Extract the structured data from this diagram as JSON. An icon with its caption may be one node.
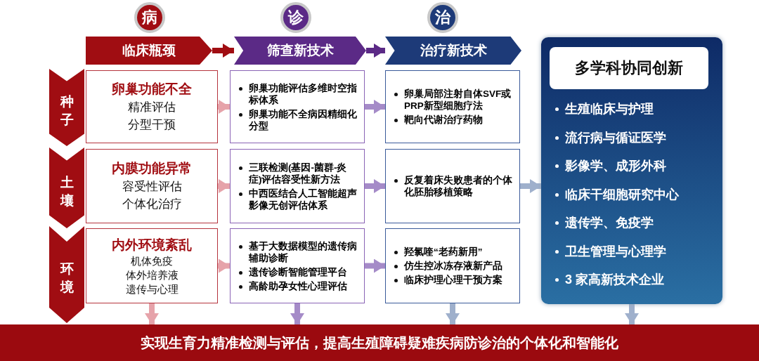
{
  "diagram": {
    "nodes": [
      {
        "text": [
          "病"
        ]
      },
      {
        "text": [
          "诊"
        ]
      },
      {
        "text": [
          "治"
        ]
      },
      {
        "text": [
          "临床瓶颈"
        ]
      },
      {
        "text": [
          "筛查新技术"
        ]
      },
      {
        "text": [
          "治疗新技术"
        ]
      },
      {
        "text": [
          "种子"
        ]
      },
      {
        "text": [
          "土壤"
        ]
      },
      {
        "text": [
          "环境"
        ]
      },
      {
        "text": [
          "卵巢功能不全",
          "精准评估",
          "分型干预"
        ]
      },
      {
        "text": [
          "卵巢功能评估多维时空指标体系",
          "卵巢功能不全病因精细化分型"
        ]
      },
      {
        "text": [
          "卵巢局部注射自体SVF或PRP新型细胞疗法",
          "靶向代谢治疗药物"
        ]
      },
      {
        "text": [
          "内膜功能异常",
          "容受性评估",
          "个体化治疗"
        ]
      },
      {
        "text": [
          "三联检测(基因-菌群-炎症)评估容受性新方法",
          "中西医结合人工智能超声影像无创评估体系"
        ]
      },
      {
        "text": [
          "反复着床失败患者的个体化胚胎移植策略"
        ]
      },
      {
        "text": [
          "内外环境紊乱",
          "机体免疫",
          "体外培养液",
          "遗传与心理"
        ]
      },
      {
        "text": [
          "基于大数据模型的遗传病辅助诊断",
          "遗传诊断智能管理平台",
          "高龄助孕女性心理评估"
        ]
      },
      {
        "text": [
          "羟氯喹“老药新用”",
          "仿生控冰冻存液新产品",
          "临床护理心理干预方案"
        ]
      },
      {
        "text": [
          "生殖临床与护理",
          "流行病与循证医学",
          "影像学、成形外科",
          "临床干细胞研究中心",
          "遗传学、免疫学",
          "卫生管理与心理学",
          "3 家高新技术企业"
        ]
      },
      {
        "text": [
          "多学科协同创新"
        ],
        "in": 18
      },
      {
        "text": [
          "实现生育力精准检测与评估，提高生殖障碍疑难疾病防诊治的个体化和智能化"
        ]
      }
    ],
    "edges": [
      {
        "from": 3,
        "to": 4,
        "arrow": "to",
        "color": "#a00d12"
      },
      {
        "from": 4,
        "to": 5,
        "arrow": "to",
        "color": "#5b2a86"
      },
      {
        "from": 9,
        "to": 10,
        "arrow": "to",
        "color": "#e6a3aa"
      },
      {
        "from": 10,
        "to": 11,
        "arrow": "to",
        "color": "#a58bc8"
      },
      {
        "from": 12,
        "to": 13,
        "arrow": "to",
        "color": "#e6a3aa"
      },
      {
        "from": 13,
        "to": 14,
        "arrow": "to",
        "color": "#a58bc8"
      },
      {
        "from": 15,
        "to": 16,
        "arrow": "to",
        "color": "#e6a3aa"
      },
      {
        "from": 16,
        "to": 17,
        "arrow": "to",
        "color": "#a58bc8"
      },
      {
        "from": 14,
        "to": 18,
        "arrow": "to",
        "color": "#9fb0cc"
      },
      {
        "from": 15,
        "to": 20,
        "arrow": "to",
        "color": "#e6a3aa"
      },
      {
        "from": 16,
        "to": 20,
        "arrow": "to",
        "color": "#a58bc8"
      },
      {
        "from": 17,
        "to": 20,
        "arrow": "to",
        "color": "#9fb0cc"
      },
      {
        "from": 18,
        "to": 20,
        "arrow": "to",
        "color": "#9fb0cc"
      }
    ]
  }
}
